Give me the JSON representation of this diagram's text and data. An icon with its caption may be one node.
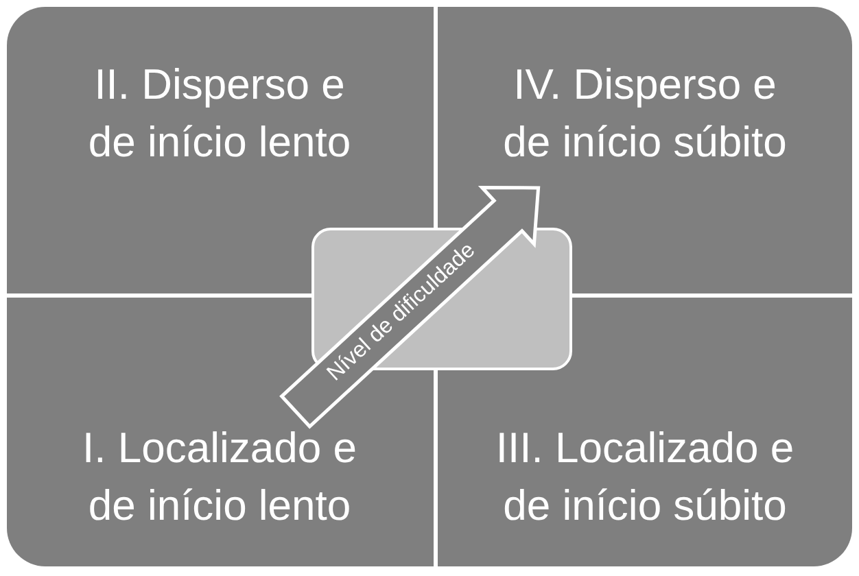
{
  "diagram": {
    "nodes": [
      {
        "text": [
          "II. Disperso e de início lento"
        ]
      },
      {
        "text": [
          "IV. Disperso e de início súbito"
        ]
      },
      {
        "text": [
          "I. Localizado e de início lento"
        ]
      },
      {
        "text": [
          "III. Localizado e de início súbito"
        ]
      },
      {
        "text": [],
        "shape": "box"
      }
    ],
    "edges": [
      {
        "from": 2,
        "to": 1,
        "arrow": "to",
        "label": "Nível de dificuldade",
        "style": "thick"
      }
    ]
  }
}
